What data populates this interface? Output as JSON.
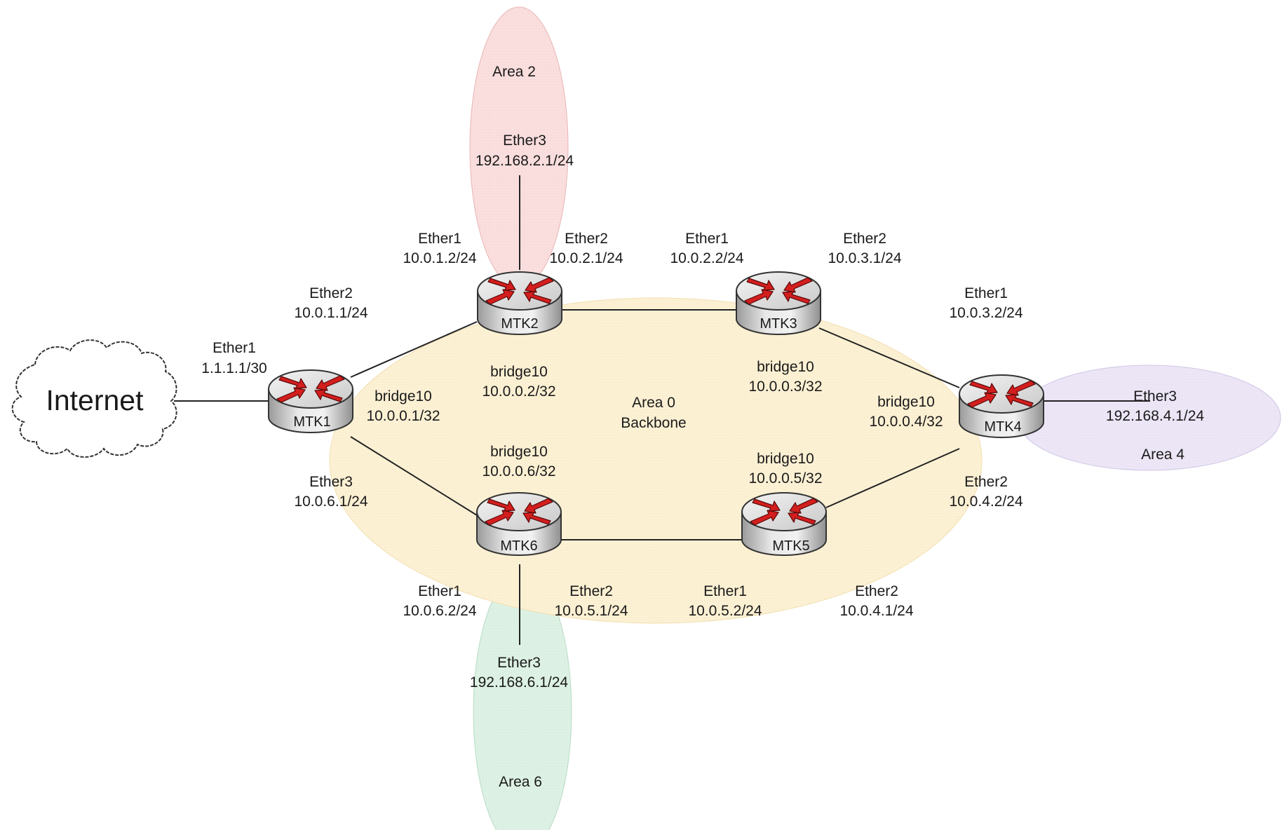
{
  "areas": {
    "backbone": {
      "name": "Area 0",
      "subtitle": "Backbone",
      "color": "#fdf1d4"
    },
    "area2": {
      "name": "Area 2",
      "color": "#fbdede"
    },
    "area4": {
      "name": "Area 4",
      "color": "#ece6f7"
    },
    "area6": {
      "name": "Area 6",
      "color": "#ddf2e4"
    }
  },
  "internet": {
    "label": "Internet"
  },
  "routers": {
    "mtk1": {
      "name": "MTK1",
      "bridge": "bridge10",
      "bridge_ip": "10.0.0.1/32"
    },
    "mtk2": {
      "name": "MTK2",
      "bridge": "bridge10",
      "bridge_ip": "10.0.0.2/32"
    },
    "mtk3": {
      "name": "MTK3",
      "bridge": "bridge10",
      "bridge_ip": "10.0.0.3/32"
    },
    "mtk4": {
      "name": "MTK4",
      "bridge": "bridge10",
      "bridge_ip": "10.0.0.4/32"
    },
    "mtk5": {
      "name": "MTK5",
      "bridge": "bridge10",
      "bridge_ip": "10.0.0.5/32"
    },
    "mtk6": {
      "name": "MTK6",
      "bridge": "bridge10",
      "bridge_ip": "10.0.0.6/32"
    }
  },
  "interfaces": {
    "mtk1_ether1": {
      "name": "Ether1",
      "ip": "1.1.1.1/30"
    },
    "mtk1_ether2": {
      "name": "Ether2",
      "ip": "10.0.1.1/24"
    },
    "mtk1_ether3": {
      "name": "Ether3",
      "ip": "10.0.6.1/24"
    },
    "mtk2_ether1": {
      "name": "Ether1",
      "ip": "10.0.1.2/24"
    },
    "mtk2_ether2": {
      "name": "Ether2",
      "ip": "10.0.2.1/24"
    },
    "mtk2_ether3": {
      "name": "Ether3",
      "ip": "192.168.2.1/24"
    },
    "mtk3_ether1": {
      "name": "Ether1",
      "ip": "10.0.2.2/24"
    },
    "mtk3_ether2": {
      "name": "Ether2",
      "ip": "10.0.3.1/24"
    },
    "mtk4_ether1": {
      "name": "Ether1",
      "ip": "10.0.3.2/24"
    },
    "mtk4_ether2": {
      "name": "Ether2",
      "ip": "10.0.4.2/24"
    },
    "mtk4_ether3": {
      "name": "Ether3",
      "ip": "192.168.4.1/24"
    },
    "mtk5_ether1": {
      "name": "Ether1",
      "ip": "10.0.5.2/24"
    },
    "mtk5_ether2": {
      "name": "Ether2",
      "ip": "10.0.4.1/24"
    },
    "mtk6_ether1": {
      "name": "Ether1",
      "ip": "10.0.6.2/24"
    },
    "mtk6_ether2": {
      "name": "Ether2",
      "ip": "10.0.5.1/24"
    },
    "mtk6_ether3": {
      "name": "Ether3",
      "ip": "192.168.6.1/24"
    }
  },
  "style": {
    "arrow_color": "#d41e1e",
    "router_body": "#d9d9d9",
    "line_color": "#222222"
  }
}
